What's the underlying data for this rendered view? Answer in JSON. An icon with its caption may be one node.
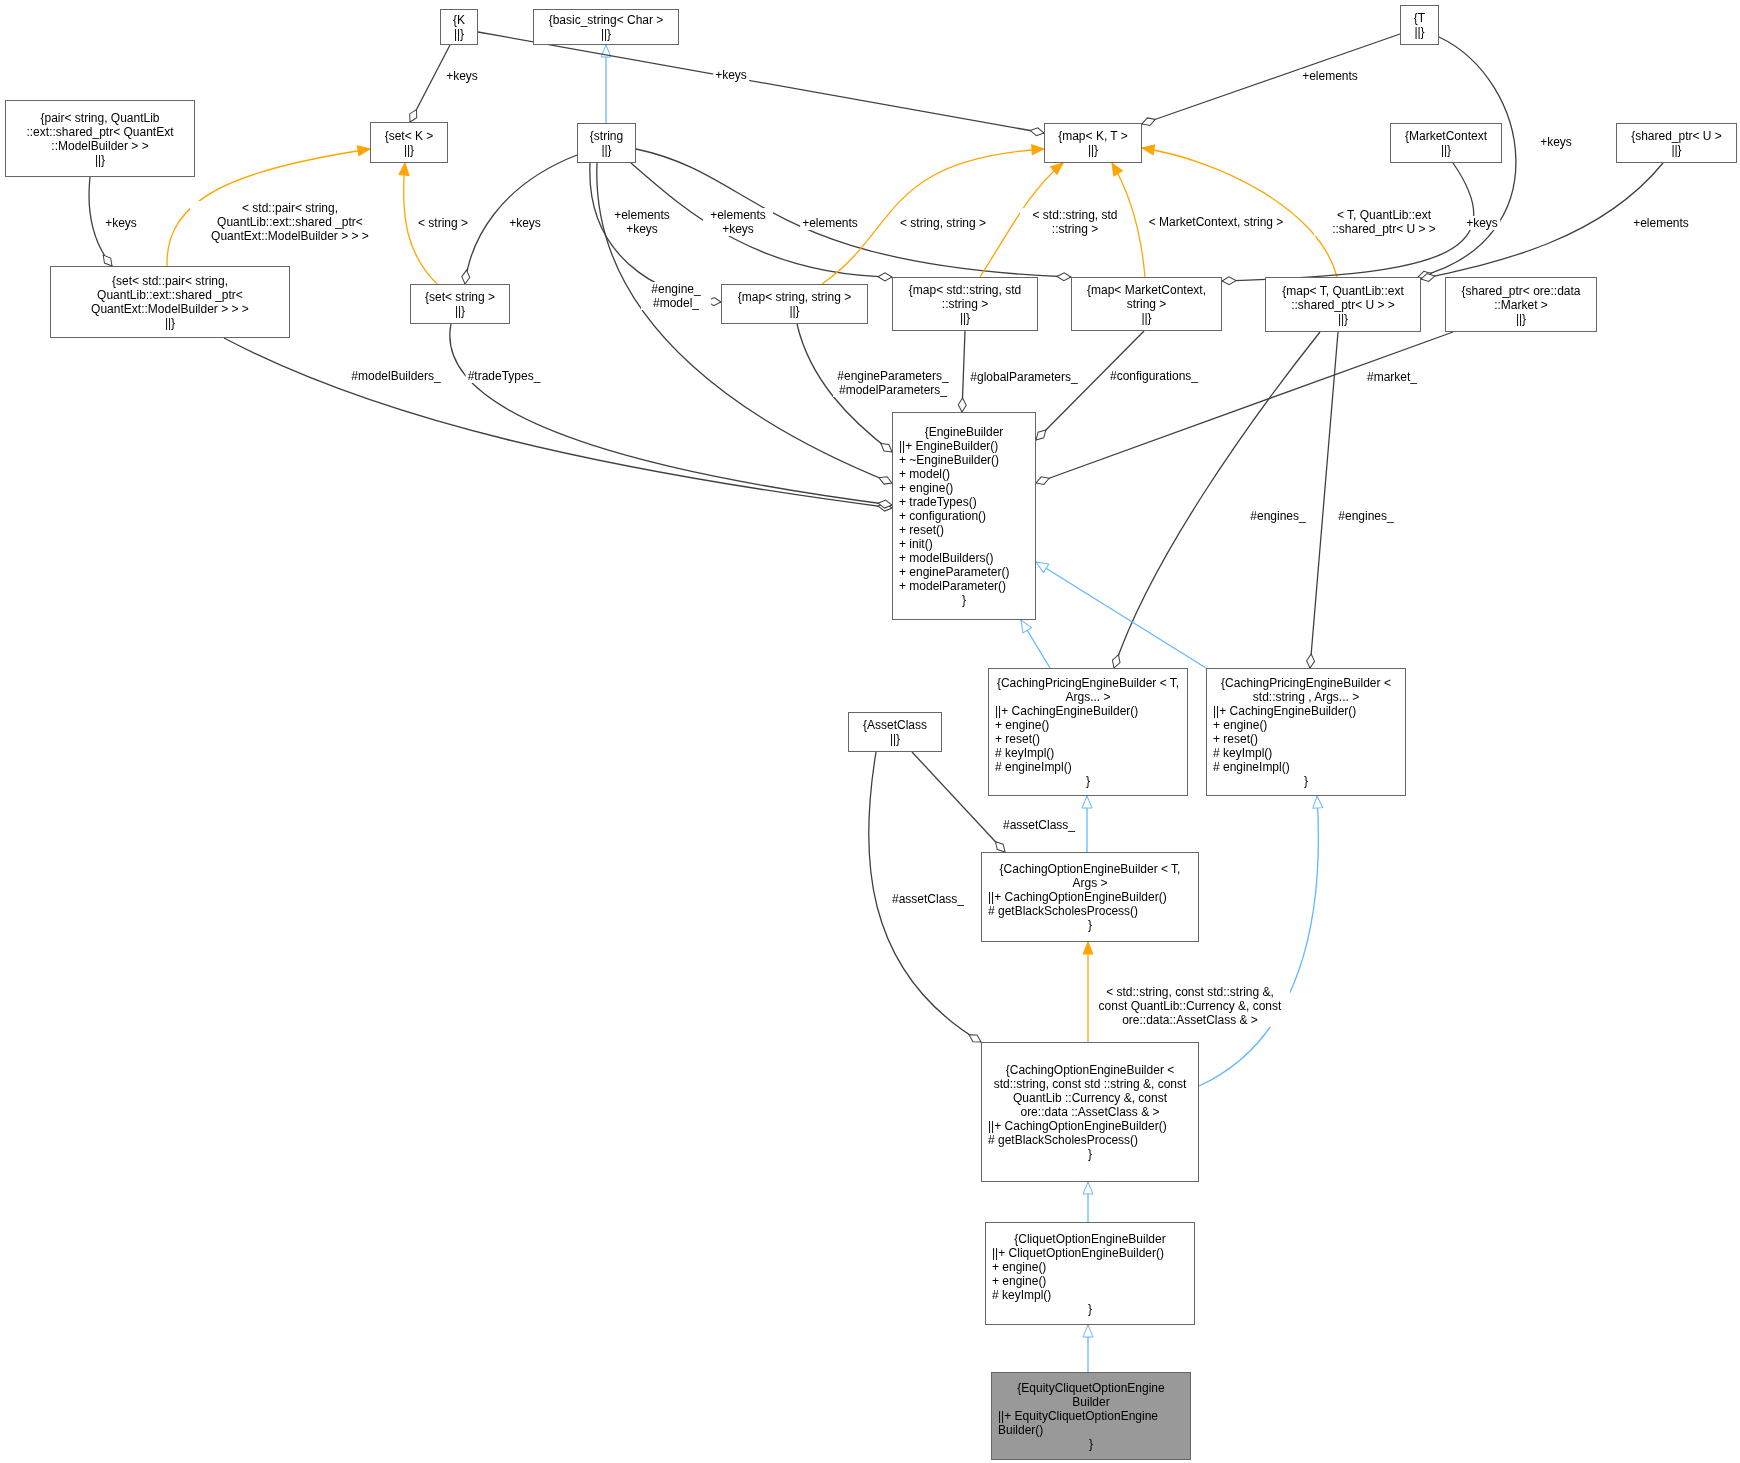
{
  "diagram": {
    "nodes": [
      {
        "text": [
          "{K",
          "||}"
        ]
      },
      {
        "text": [
          "{basic_string< Char >",
          "||}"
        ]
      },
      {
        "text": [
          "{T",
          "||}"
        ]
      },
      {
        "text": [
          "{pair< string, QuantLib ::ext::shared_ptr< QuantExt ::ModelBuilder > >",
          "||}"
        ]
      },
      {
        "text": [
          "{set< K >",
          "||}"
        ]
      },
      {
        "text": [
          "{string",
          "||}"
        ]
      },
      {
        "text": [
          "{map< K, T >",
          "||}"
        ]
      },
      {
        "text": [
          "{MarketContext",
          "||}"
        ]
      },
      {
        "text": [
          "{shared_ptr< U >",
          "||}"
        ]
      },
      {
        "text": [
          "{set< std::pair< string, QuantLib::ext::shared _ptr< QuantExt::ModelBuilder > > >",
          "||}"
        ]
      },
      {
        "text": [
          "{set< string >",
          "||}"
        ]
      },
      {
        "text": [
          "{map< string, string >",
          "||}"
        ]
      },
      {
        "text": [
          "{map< std::string, std ::string >",
          "||}"
        ]
      },
      {
        "text": [
          "{map< MarketContext, string >",
          "||}"
        ]
      },
      {
        "text": [
          "{map< T, QuantLib::ext ::shared_ptr< U > >",
          "||}"
        ]
      },
      {
        "text": [
          "{shared_ptr< ore::data ::Market >",
          "||}"
        ]
      },
      {
        "text": [
          "{EngineBuilder",
          "||+ EngineBuilder()",
          "+ ~EngineBuilder()",
          "+ model()",
          "+ engine()",
          "+ tradeTypes()",
          "+ configuration()",
          "+ reset()",
          "+ init()",
          "+ modelBuilders()",
          "+ engineParameter()",
          "+ modelParameter()",
          "}"
        ]
      },
      {
        "text": [
          "{CachingPricingEngineBuilder < T, Args... >",
          "||+ CachingEngineBuilder()",
          "+ engine()",
          "+ reset()",
          "# keyImpl()",
          "# engineImpl()",
          "}"
        ]
      },
      {
        "text": [
          "{CachingPricingEngineBuilder < std::string , Args... >",
          "||+ CachingEngineBuilder()",
          "+ engine()",
          "+ reset()",
          "# keyImpl()",
          "# engineImpl()",
          "}"
        ]
      },
      {
        "text": [
          "{AssetClass",
          "||}"
        ]
      },
      {
        "text": [
          "{CachingOptionEngineBuilder < T, Args >",
          "||+ CachingOptionEngineBuilder()",
          "# getBlackScholesProcess()",
          "}"
        ]
      },
      {
        "text": [
          "{CachingOptionEngineBuilder < std::string, const std ::string &, const QuantLib ::Currency &, const ore::data ::AssetClass & >",
          "||+ CachingOptionEngineBuilder()",
          "# getBlackScholesProcess()",
          "}"
        ]
      },
      {
        "text": [
          "{CliquetOptionEngineBuilder",
          "||+ CliquetOptionEngineBuilder()",
          "+ engine()",
          "+ engine()",
          "# keyImpl()",
          "}"
        ]
      },
      {
        "text": [
          "{EquityCliquetOptionEngine Builder",
          "||+ EquityCliquetOptionEngine Builder()",
          "}"
        ]
      }
    ],
    "edges": [
      {
        "from": 5,
        "to": 1,
        "arrow": "to",
        "color": "#63b8ff"
      },
      {
        "from": 0,
        "to": 4,
        "arrow": "other",
        "label": "+keys"
      },
      {
        "from": 0,
        "to": 6,
        "arrow": "other",
        "label": "+keys"
      },
      {
        "from": 2,
        "to": 6,
        "arrow": "other",
        "label": "+elements"
      },
      {
        "from": 2,
        "to": 14,
        "arrow": "other",
        "label": "+keys"
      },
      {
        "from": 3,
        "to": 9,
        "arrow": "other",
        "label": "+keys"
      },
      {
        "from": 9,
        "to": 4,
        "arrow": "to",
        "color": "#ffa500",
        "label": "< std::pair< string, QuantLib::ext::shared _ptr< QuantExt::ModelBuilder > > >"
      },
      {
        "from": 10,
        "to": 4,
        "arrow": "to",
        "color": "#ffa500",
        "label": "< string >"
      },
      {
        "from": 5,
        "to": 10,
        "arrow": "other",
        "label": "+keys"
      },
      {
        "from": 5,
        "to": 11,
        "arrow": "other",
        "label": "+elements +keys"
      },
      {
        "from": 5,
        "to": 12,
        "arrow": "other",
        "label": "+elements +keys"
      },
      {
        "from": 5,
        "to": 13,
        "arrow": "other",
        "label": "+elements"
      },
      {
        "from": 11,
        "to": 6,
        "arrow": "to",
        "color": "#ffa500",
        "label": "< string, string >"
      },
      {
        "from": 12,
        "to": 6,
        "arrow": "to",
        "color": "#ffa500",
        "label": "< std::string, std ::string >"
      },
      {
        "from": 13,
        "to": 6,
        "arrow": "to",
        "color": "#ffa500",
        "label": "< MarketContext, string >"
      },
      {
        "from": 14,
        "to": 6,
        "arrow": "to",
        "color": "#ffa500",
        "label": "< T, QuantLib::ext ::shared_ptr< U > >"
      },
      {
        "from": 7,
        "to": 13,
        "arrow": "other",
        "label": "+keys"
      },
      {
        "from": 8,
        "to": 14,
        "arrow": "other",
        "label": "+elements"
      },
      {
        "from": 9,
        "to": 16,
        "arrow": "other",
        "label": "#modelBuilders_"
      },
      {
        "from": 10,
        "to": 16,
        "arrow": "other",
        "label": "#tradeTypes_"
      },
      {
        "from": 5,
        "to": 16,
        "arrow": "other",
        "label": "#engine_ #model_"
      },
      {
        "from": 11,
        "to": 16,
        "arrow": "other",
        "label": "#engineParameters_ #modelParameters_"
      },
      {
        "from": 12,
        "to": 16,
        "arrow": "other",
        "label": "#globalParameters_"
      },
      {
        "from": 13,
        "to": 16,
        "arrow": "other",
        "label": "#configurations_"
      },
      {
        "from": 15,
        "to": 16,
        "arrow": "other",
        "label": "#market_"
      },
      {
        "from": 14,
        "to": 17,
        "arrow": "other",
        "label": "#engines_"
      },
      {
        "from": 14,
        "to": 18,
        "arrow": "other",
        "label": "#engines_"
      },
      {
        "from": 17,
        "to": 16,
        "arrow": "to",
        "color": "#63b8ff"
      },
      {
        "from": 18,
        "to": 16,
        "arrow": "to",
        "color": "#63b8ff"
      },
      {
        "from": 19,
        "to": 20,
        "arrow": "other",
        "label": "#assetClass_"
      },
      {
        "from": 19,
        "to": 21,
        "arrow": "other",
        "label": "#assetClass_"
      },
      {
        "from": 20,
        "to": 17,
        "arrow": "to",
        "color": "#63b8ff"
      },
      {
        "from": 21,
        "to": 20,
        "arrow": "to",
        "color": "#ffa500",
        "label": "< std::string, const std::string &, const QuantLib::Currency &, const ore::data::AssetClass & >"
      },
      {
        "from": 21,
        "to": 18,
        "arrow": "to",
        "color": "#63b8ff"
      },
      {
        "from": 22,
        "to": 21,
        "arrow": "to",
        "color": "#63b8ff"
      },
      {
        "from": 23,
        "to": 22,
        "arrow": "to",
        "color": "#63b8ff"
      }
    ]
  }
}
